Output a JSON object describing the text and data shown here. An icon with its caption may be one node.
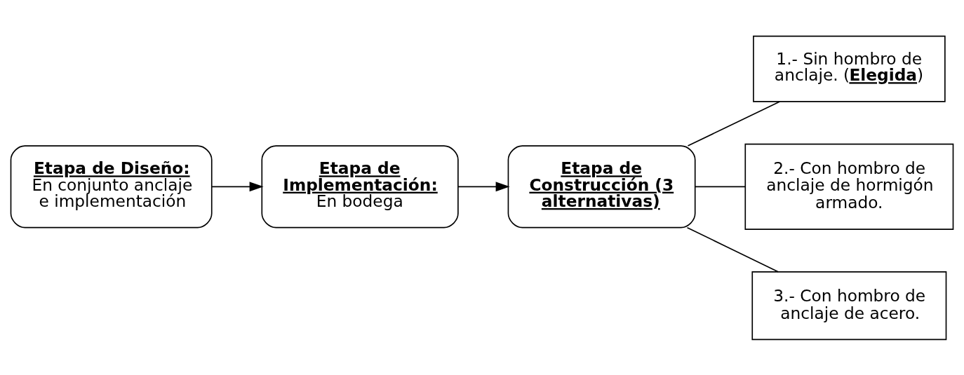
{
  "diagram": {
    "nodes": [
      {
        "text": [
          "Etapa de Diseño:",
          "En conjunto anclaje e implementación"
        ]
      },
      {
        "text": [
          "Etapa de Implementación:",
          "En bodega"
        ]
      },
      {
        "text": [
          "Etapa de Construcción (3 alternativas)"
        ]
      },
      {
        "text": [
          "1.- Sin hombro de anclaje. (**Elegida**)"
        ]
      },
      {
        "text": [
          "2.- Con hombro de anclaje de hormigón armado."
        ]
      },
      {
        "text": [
          "3.- Con hombro de anclaje de acero."
        ]
      }
    ],
    "edges": [
      {
        "from": 0,
        "to": 1,
        "arrow": "to"
      },
      {
        "from": 1,
        "to": 2,
        "arrow": "to"
      },
      {
        "from": 2,
        "to": 3,
        "arrow": "none"
      },
      {
        "from": 2,
        "to": 4,
        "arrow": "none"
      },
      {
        "from": 2,
        "to": 5,
        "arrow": "none"
      }
    ]
  }
}
